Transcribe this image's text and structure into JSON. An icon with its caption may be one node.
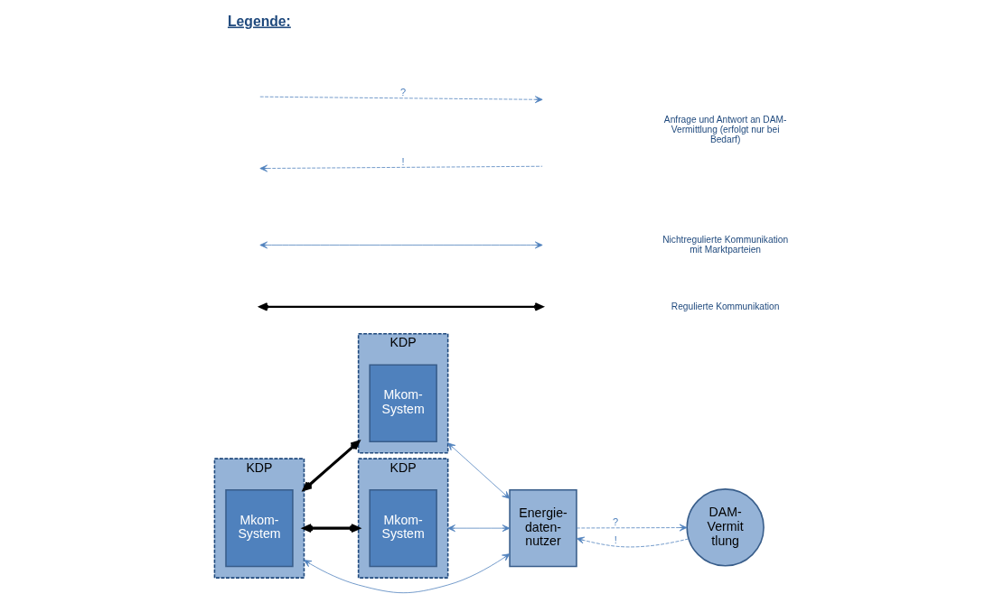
{
  "diagram": {
    "nodes": [
      {
        "text": [
          "KDP"
        ]
      },
      {
        "text": [
          "Mkom- System"
        ],
        "in": 0
      },
      {
        "text": [
          "KDP"
        ]
      },
      {
        "text": [
          "Mkom- System"
        ],
        "in": 2
      },
      {
        "text": [
          "KDP"
        ]
      },
      {
        "text": [
          "Mkom- System"
        ],
        "in": 4
      },
      {
        "text": [
          "Energie- daten- nutzer"
        ]
      },
      {
        "text": [
          "DAM- Vermit tlung"
        ]
      }
    ],
    "edges": [
      {
        "from": 2,
        "to": 0,
        "arrow": "both",
        "style": "thick",
        "color": "#000000"
      },
      {
        "from": 2,
        "to": 4,
        "arrow": "both",
        "style": "thick",
        "color": "#000000"
      },
      {
        "from": 0,
        "to": 6,
        "arrow": "both"
      },
      {
        "from": 2,
        "to": 6,
        "arrow": "both"
      },
      {
        "from": 4,
        "to": 6,
        "arrow": "both"
      },
      {
        "from": 6,
        "to": 7,
        "arrow": "to",
        "style": "dashed",
        "label": "?"
      },
      {
        "from": 7,
        "to": 6,
        "arrow": "to",
        "style": "dashed",
        "label": "!"
      }
    ],
    "labels": [
      "Legende:",
      "?",
      "!"
    ],
    "legend": [
      {
        "text": "Anfrage und Antwort an DAM-Vermittlung (erfolgt nur bei Bedarf)"
      },
      {
        "text": "Nichtregulierte Kommunikation mit Marktparteien"
      },
      {
        "text": "Regulierte Kommunikation"
      }
    ]
  }
}
